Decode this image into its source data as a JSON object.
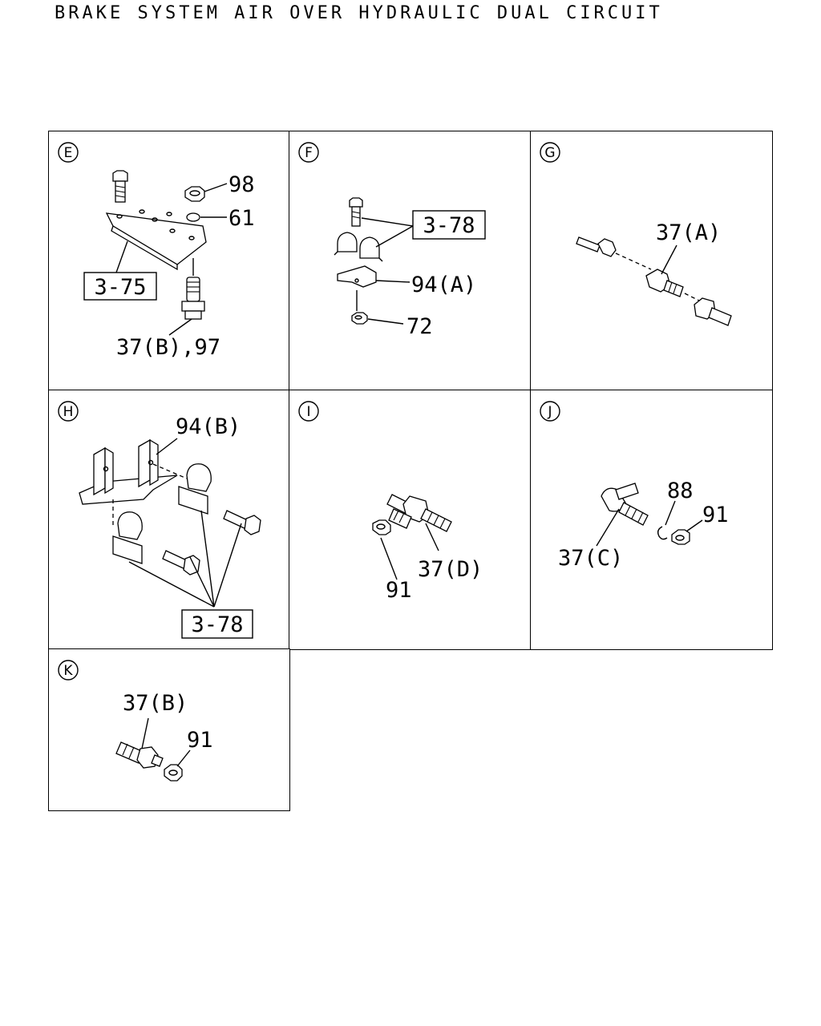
{
  "title": "BRAKE SYSTEM AIR OVER HYDRAULIC DUAL CIRCUIT",
  "panels": {
    "E": {
      "letter": "E",
      "labels": {
        "p98": "98",
        "p61": "61",
        "ref": "3-75",
        "p37": "37(B),97"
      }
    },
    "F": {
      "letter": "F",
      "labels": {
        "ref": "3-78",
        "p94": "94(A)",
        "p72": "72"
      }
    },
    "G": {
      "letter": "G",
      "labels": {
        "p37": "37(A)"
      }
    },
    "H": {
      "letter": "H",
      "labels": {
        "p94": "94(B)",
        "ref": "3-78"
      }
    },
    "I": {
      "letter": "I",
      "labels": {
        "p37": "37(D)",
        "p91": "91"
      }
    },
    "J": {
      "letter": "J",
      "labels": {
        "p88": "88",
        "p91": "91",
        "p37": "37(C)"
      }
    },
    "K": {
      "letter": "K",
      "labels": {
        "p37": "37(B)",
        "p91": "91"
      }
    }
  }
}
